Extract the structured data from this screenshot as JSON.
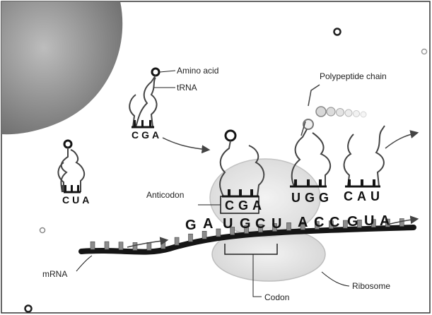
{
  "labels": {
    "amino_acid": "Amino acid",
    "trna": "tRNA",
    "polypeptide_chain": "Polypeptide chain",
    "anticodon": "Anticodon",
    "mrna": "mRNA",
    "ribosome": "Ribosome",
    "codon": "Codon"
  },
  "anticodons": {
    "incoming": "CGA",
    "free": "CUA",
    "bound_1": "CGA",
    "bound_2": "UGG",
    "bound_3": "CAU"
  },
  "mrna_sequence": [
    "G",
    "A",
    "U",
    "G",
    "C",
    "U",
    "A",
    "C",
    "C",
    "G",
    "U",
    "A"
  ],
  "colors": {
    "strand": "#151515",
    "ribosome": "#e6e6e6",
    "nucleus": "#8a8a8a",
    "background": "#ffffff"
  }
}
